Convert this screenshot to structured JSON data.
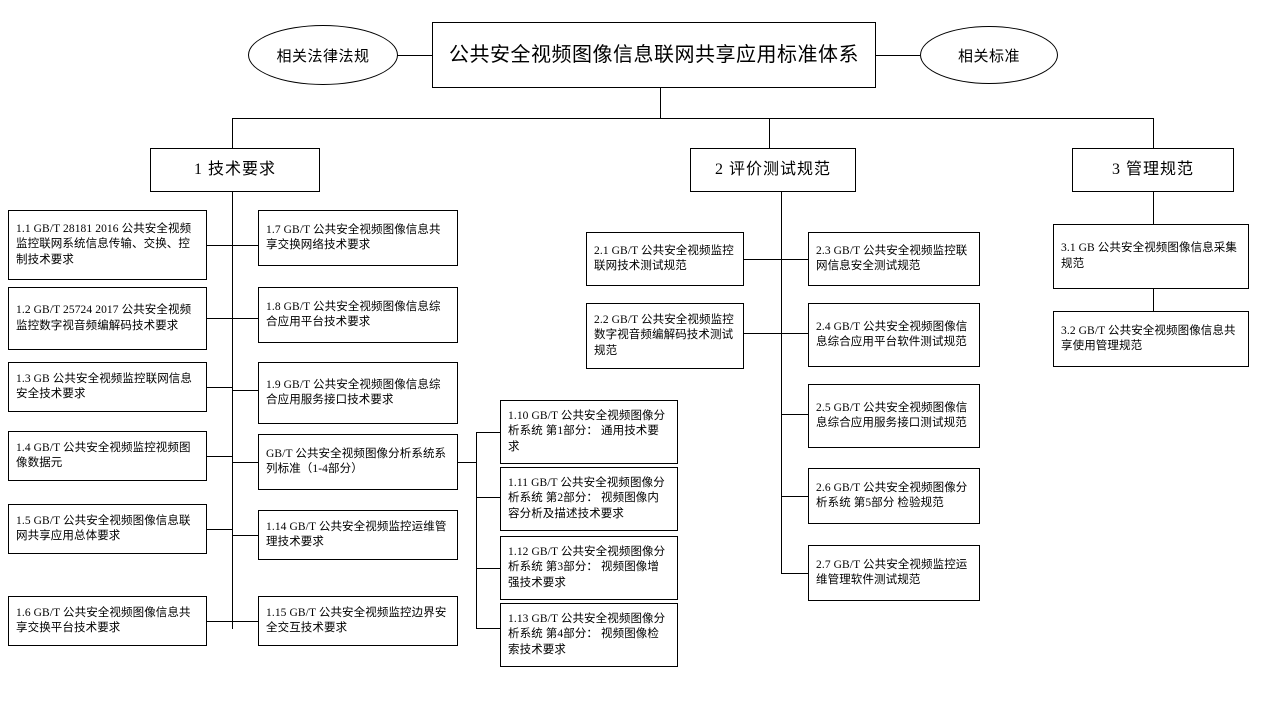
{
  "diagram": {
    "title": "公共安全视频图像信息联网共享应用标准体系",
    "side_left": "相关法律法规",
    "side_right": "相关标准",
    "categories": [
      {
        "id": "cat1",
        "label": "1 技术要求"
      },
      {
        "id": "cat2",
        "label": "2 评价测试规范"
      },
      {
        "id": "cat3",
        "label": "3 管理规范"
      }
    ],
    "tech_left": [
      {
        "id": "1.1",
        "label": "1.1 GB/T 28181 2016 公共安全视频监控联网系统信息传输、交换、控制技术要求"
      },
      {
        "id": "1.2",
        "label": "1.2 GB/T 25724 2017 公共安全视频监控数字视音频编解码技术要求"
      },
      {
        "id": "1.3",
        "label": "1.3 GB 公共安全视频监控联网信息安全技术要求"
      },
      {
        "id": "1.4",
        "label": "1.4 GB/T 公共安全视频监控视频图像数据元"
      },
      {
        "id": "1.5",
        "label": "1.5 GB/T 公共安全视频图像信息联网共享应用总体要求"
      },
      {
        "id": "1.6",
        "label": "1.6 GB/T 公共安全视频图像信息共享交换平台技术要求"
      }
    ],
    "tech_right": [
      {
        "id": "1.7",
        "label": "1.7 GB/T 公共安全视频图像信息共享交换网络技术要求"
      },
      {
        "id": "1.8",
        "label": "1.8 GB/T 公共安全视频图像信息综合应用平台技术要求"
      },
      {
        "id": "1.9",
        "label": "1.9 GB/T 公共安全视频图像信息综合应用服务接口技术要求"
      },
      {
        "id": "series",
        "label": "GB/T 公共安全视频图像分析系统系列标准（1-4部分）"
      },
      {
        "id": "1.14",
        "label": "1.14  GB/T 公共安全视频监控运维管理技术要求"
      },
      {
        "id": "1.15",
        "label": "1.15 GB/T 公共安全视频监控边界安全交互技术要求"
      }
    ],
    "series_parts": [
      {
        "id": "1.10",
        "label": "1.10  GB/T 公共安全视频图像分析系统 第1部分： 通用技术要求"
      },
      {
        "id": "1.11",
        "label": "1.11  GB/T 公共安全视频图像分析系统 第2部分： 视频图像内容分析及描述技术要求"
      },
      {
        "id": "1.12",
        "label": "1.12  GB/T 公共安全视频图像分析系统 第3部分： 视频图像增强技术要求"
      },
      {
        "id": "1.13",
        "label": "1.13  GB/T 公共安全视频图像分析系统 第4部分： 视频图像检索技术要求"
      }
    ],
    "eval_left": [
      {
        "id": "2.1",
        "label": "2.1 GB/T 公共安全视频监控联网技术测试规范"
      },
      {
        "id": "2.2",
        "label": "2.2 GB/T 公共安全视频监控数字视音频编解码技术测试规范"
      }
    ],
    "eval_right": [
      {
        "id": "2.3",
        "label": "2.3 GB/T 公共安全视频监控联网信息安全测试规范"
      },
      {
        "id": "2.4",
        "label": "2.4 GB/T 公共安全视频图像信息综合应用平台软件测试规范"
      },
      {
        "id": "2.5",
        "label": "2.5 GB/T 公共安全视频图像信息综合应用服务接口测试规范"
      },
      {
        "id": "2.6",
        "label": "2.6 GB/T 公共安全视频图像分析系统 第5部分 检验规范"
      },
      {
        "id": "2.7",
        "label": "2.7 GB/T 公共安全视频监控运维管理软件测试规范"
      }
    ],
    "manage": [
      {
        "id": "3.1",
        "label": "3.1 GB 公共安全视频图像信息采集规范"
      },
      {
        "id": "3.2",
        "label": "3.2 GB/T 公共安全视频图像信息共享使用管理规范"
      }
    ],
    "colors": {
      "line": "#000000",
      "box_border": "#000000",
      "background": "#ffffff",
      "text": "#000000"
    }
  }
}
